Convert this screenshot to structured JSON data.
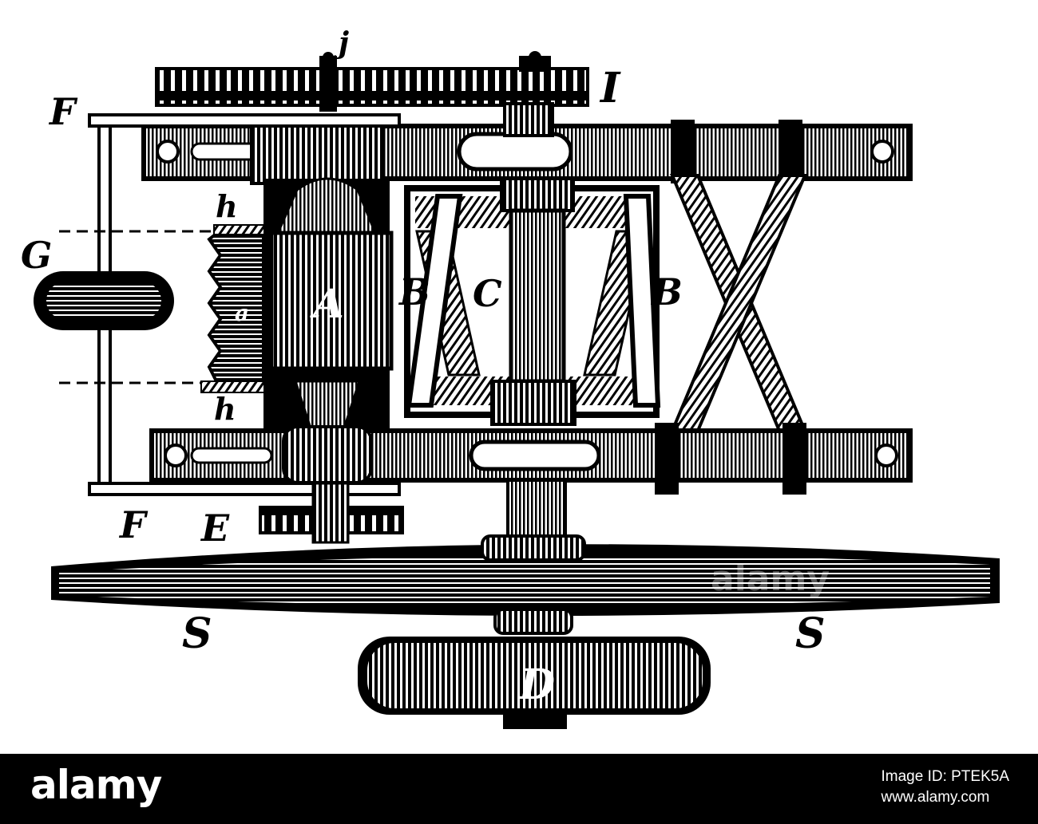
{
  "figure": {
    "labels": {
      "j": "j",
      "I": "I",
      "F_top": "F",
      "F_bottom": "F",
      "G": "G",
      "h_top": "h",
      "h_bottom": "h",
      "a": "a",
      "A": "A",
      "B_left": "B",
      "C": "C",
      "B_right": "B",
      "E": "E",
      "S_left": "S",
      "S_right": "S",
      "D": "D"
    }
  },
  "watermark": {
    "text": "alamy"
  },
  "footer": {
    "logo": "alamy",
    "image_id_text": "Image ID: PTEK5A",
    "site": "www.alamy.com"
  },
  "colors": {
    "ink": "#000000",
    "paper": "#ffffff"
  }
}
